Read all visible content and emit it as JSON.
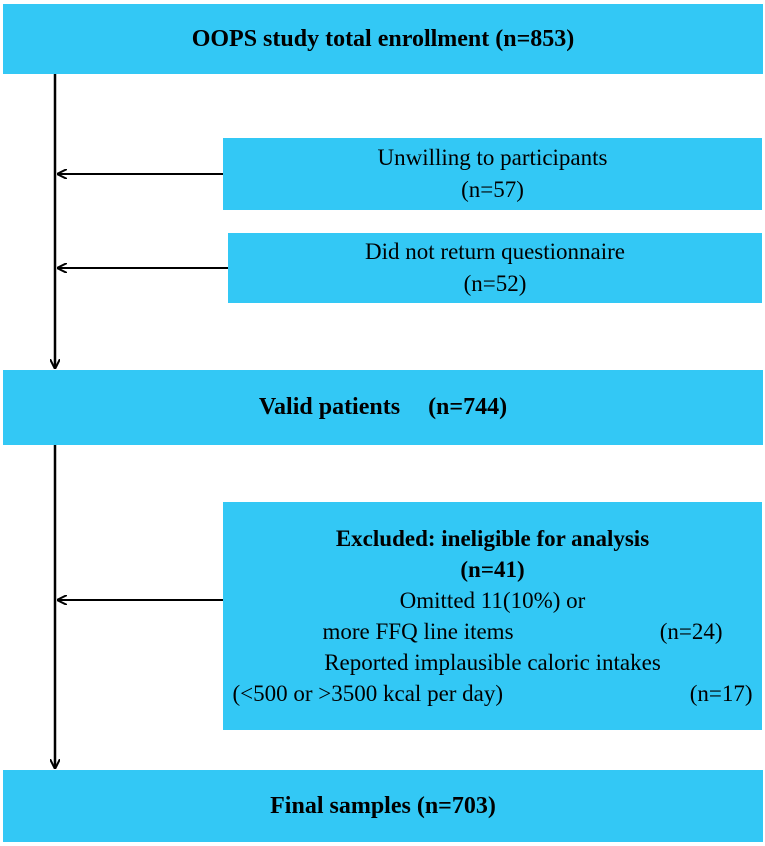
{
  "boxes": {
    "total": {
      "label": "OOPS study total enrollment",
      "count": "(n=853)"
    },
    "unwilling": {
      "label": "Unwilling to participants",
      "count": "(n=57)"
    },
    "noreturn": {
      "label": "Did not return questionnaire",
      "count": "(n=52)"
    },
    "valid": {
      "label": "Valid patients",
      "count": "(n=744)"
    },
    "excluded": {
      "title": "Excluded: ineligible for analysis",
      "count": "(n=41)",
      "omitted_line1": "Omitted 11(10%) or",
      "omitted_line2": "more FFQ line items",
      "omitted_count": "(n=24)",
      "reported_line1": "Reported implausible caloric intakes",
      "reported_line2": "(<500 or >3500 kcal per day)",
      "reported_count": "(n=17)"
    },
    "final": {
      "label": "Final samples (n=703)"
    }
  },
  "colors": {
    "box_fill": "#33c8f5",
    "line": "#000000"
  }
}
